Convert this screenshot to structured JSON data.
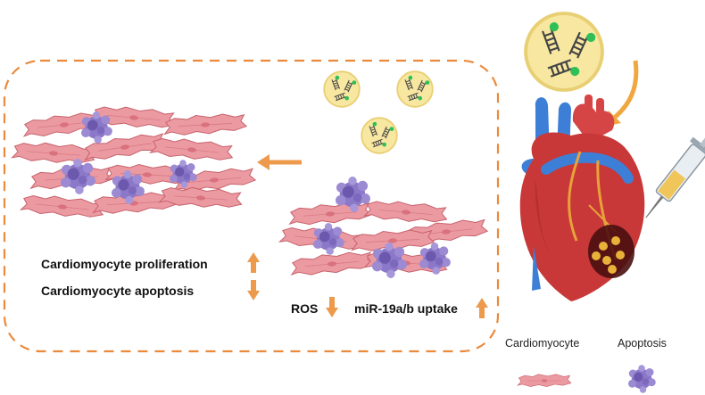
{
  "labels": {
    "proliferation": "Cardiomyocyte proliferation",
    "apoptosis": "Cardiomyocyte apoptosis",
    "ros": "ROS",
    "mirna_uptake": "miR-19a/b uptake"
  },
  "legend": {
    "cardiomyocyte": "Cardiomyocyte",
    "apoptosis": "Apoptosis"
  },
  "colors": {
    "arrow": "#ee9a4d",
    "dash_border": "#e98a3c",
    "cell_fill": "#ec9aa2",
    "cell_stroke": "#c7626c",
    "apoptotic": "#8b78c8",
    "vesicle": "#f7e7a0",
    "mirna_tag": "#2fbf57"
  },
  "icons": [
    "cardiomyocyte-icon",
    "apoptosis-icon",
    "heart-icon",
    "syringe-icon",
    "exosome-icon"
  ]
}
